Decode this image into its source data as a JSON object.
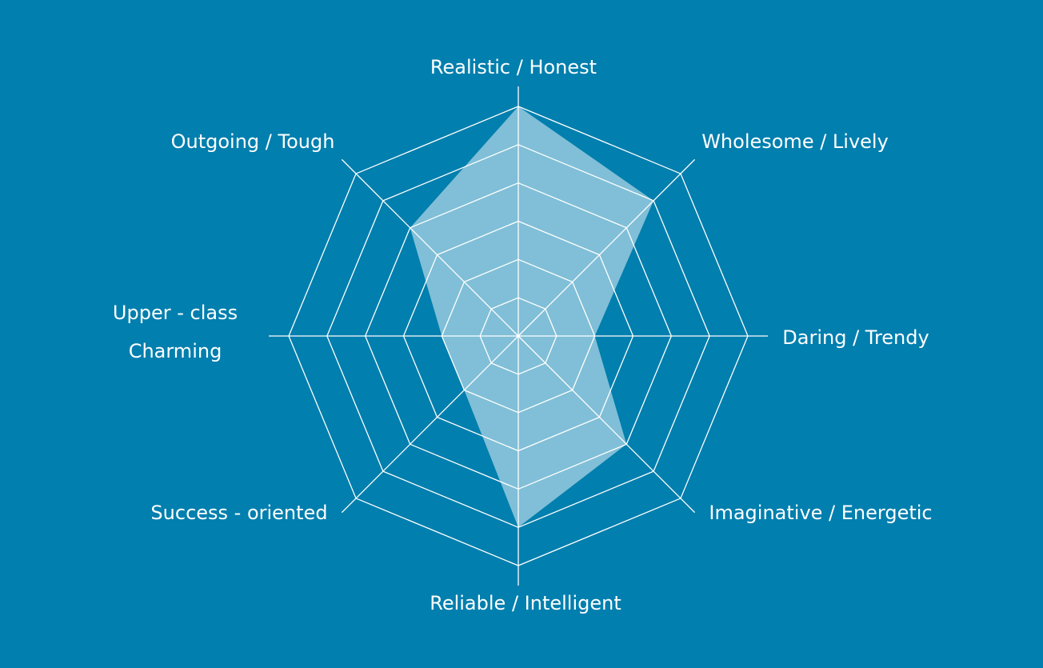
{
  "chart_data": {
    "type": "radar",
    "title": "",
    "axes": [
      {
        "label": [
          "Realistic / Honest"
        ],
        "value": 6
      },
      {
        "label": [
          "Wholesome / Lively"
        ],
        "value": 5
      },
      {
        "label": [
          "Daring / Trendy"
        ],
        "value": 2
      },
      {
        "label": [
          "Imaginative / Energetic"
        ],
        "value": 4
      },
      {
        "label": [
          "Reliable / Intelligent"
        ],
        "value": 5
      },
      {
        "label": [
          "Success - oriented"
        ],
        "value": 2
      },
      {
        "label": [
          "Upper - class",
          "Charming"
        ],
        "value": 2
      },
      {
        "label": [
          "Outgoing / Tough"
        ],
        "value": 4
      }
    ],
    "range": [
      0,
      6
    ],
    "rings": 6,
    "grid": true,
    "colors": {
      "background": "#017fae",
      "fill": "#ffffff",
      "grid": "#ffffff"
    }
  }
}
